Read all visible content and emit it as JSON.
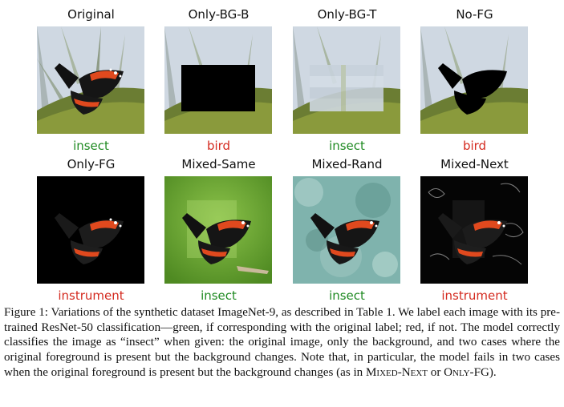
{
  "colors": {
    "correct": "#1f8a22",
    "incorrect": "#d42a1f"
  },
  "rows": [
    [
      {
        "title": "Original",
        "prediction": "insect",
        "correct": true,
        "variant": "original"
      },
      {
        "title": "Only-BG-B",
        "prediction": "bird",
        "correct": false,
        "variant": "only-bg-b"
      },
      {
        "title": "Only-BG-T",
        "prediction": "insect",
        "correct": true,
        "variant": "only-bg-t"
      },
      {
        "title": "No-FG",
        "prediction": "bird",
        "correct": false,
        "variant": "no-fg"
      }
    ],
    [
      {
        "title": "Only-FG",
        "prediction": "instrument",
        "correct": false,
        "variant": "only-fg"
      },
      {
        "title": "Mixed-Same",
        "prediction": "insect",
        "correct": true,
        "variant": "mixed-same"
      },
      {
        "title": "Mixed-Rand",
        "prediction": "insect",
        "correct": true,
        "variant": "mixed-rand"
      },
      {
        "title": "Mixed-Next",
        "prediction": "instrument",
        "correct": false,
        "variant": "mixed-next"
      }
    ]
  ],
  "caption": {
    "part1": "Figure 1: Variations of the synthetic dataset ImageNet-9, as described in Table 1. We label each image with its pre-trained ResNet-50 classification—green, if corresponding with the original label; red, if not. The model correctly classifies the image as “insect” when given: the original image, only the background, and two cases where the original foreground is present but the background changes. Note that, in particular, the model fails in two cases when the original foreground is present but the background changes (as in ",
    "sc1": "Mixed-Next",
    "mid": " or ",
    "sc2": "Only-FG",
    "end": ")."
  }
}
